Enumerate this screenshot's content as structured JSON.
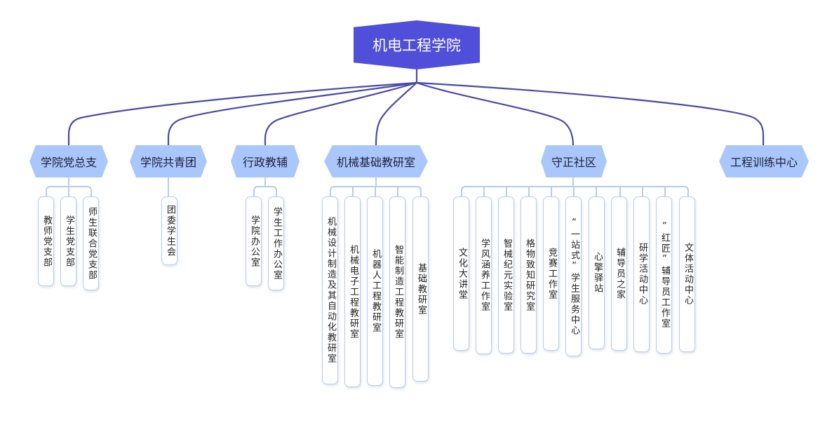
{
  "root": {
    "label": "机电工程学院"
  },
  "groups": [
    {
      "label": "学院党总支",
      "children": [
        "教师党支部",
        "学生党支部",
        "师生联合党支部"
      ]
    },
    {
      "label": "学院共青团",
      "children": [
        "团委学生会"
      ]
    },
    {
      "label": "行政教辅",
      "children": [
        "学院办公室",
        "学生工作办公室"
      ]
    },
    {
      "label": "机械基础教研室",
      "children": [
        "机械设计制造及其自动化教研室",
        "机械电子工程教研室",
        "机器人工程教研室",
        "智能制造工程教研室",
        "基础教研室"
      ]
    },
    {
      "label": "守正社区",
      "children": [
        "文化大讲堂",
        "学风涵养工作室",
        "智械纪元实验室",
        "格物致知研究室",
        "竞赛工作室",
        "“一站式”学生服务中心",
        "心擎驿站",
        "辅导员之家",
        "研学活动中心",
        "“红匠”辅导员工作室",
        "文体活动中心"
      ]
    },
    {
      "label": "工程训练中心",
      "children": []
    }
  ],
  "colors": {
    "root_fill": "#4f4fd9",
    "group_fill": "#aac7fb",
    "line": "#4a4aa8",
    "leaf_border": "#b7ccef"
  }
}
